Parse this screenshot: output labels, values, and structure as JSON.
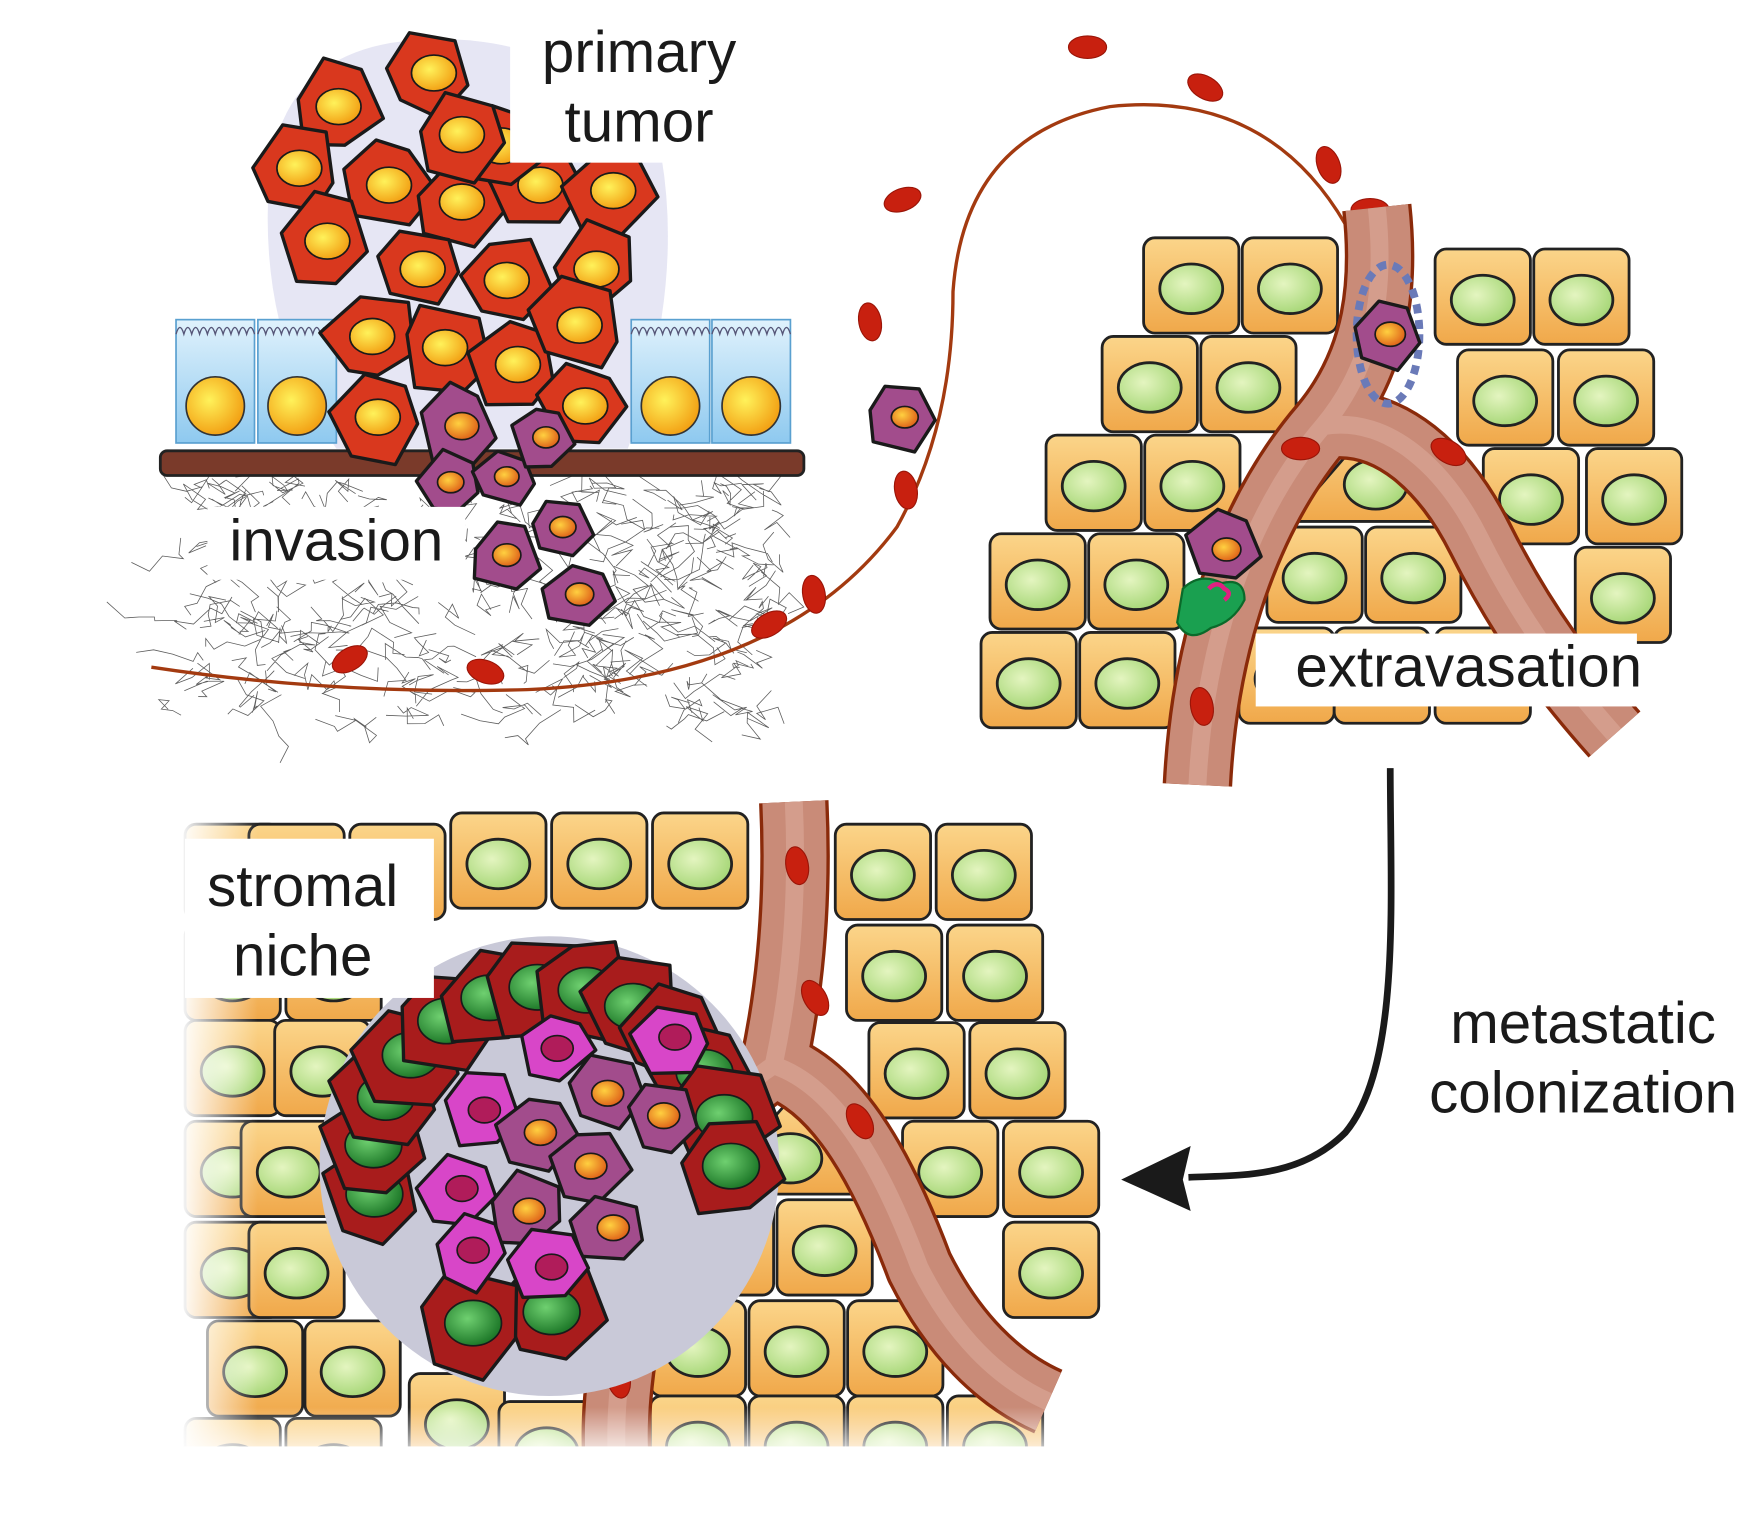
{
  "labels": {
    "primary_tumor": [
      "primary",
      "tumor"
    ],
    "invasion": "invasion",
    "extravasation": "extravasation",
    "stromal_niche": [
      "stromal",
      "niche"
    ],
    "metastatic_colonization": [
      "metastatic",
      "colonization"
    ]
  },
  "colors": {
    "tumor_cell": "#d9381e",
    "tumor_nucleus": "#ffd21a",
    "epithelial_cell": "#a9d8f5",
    "epithelial_nucleus": "#fff35a",
    "basement_membrane": "#7a3a2a",
    "invading_cell": "#a24c8c",
    "invading_nucleus": "#f08a1c",
    "blood_cell": "#c8200f",
    "circulation_line": "#a33a10",
    "tissue_cell": "#f6bf6a",
    "tissue_nucleus": "#c8e89a",
    "vessel": "#c98b78",
    "vessel_outline": "#8a2a0a",
    "niche_cell": "#a81c1c",
    "niche_nucleus": "#2f9a3a",
    "colonizing_cell": "#d846c8",
    "arrow": "#1a1a1a"
  }
}
